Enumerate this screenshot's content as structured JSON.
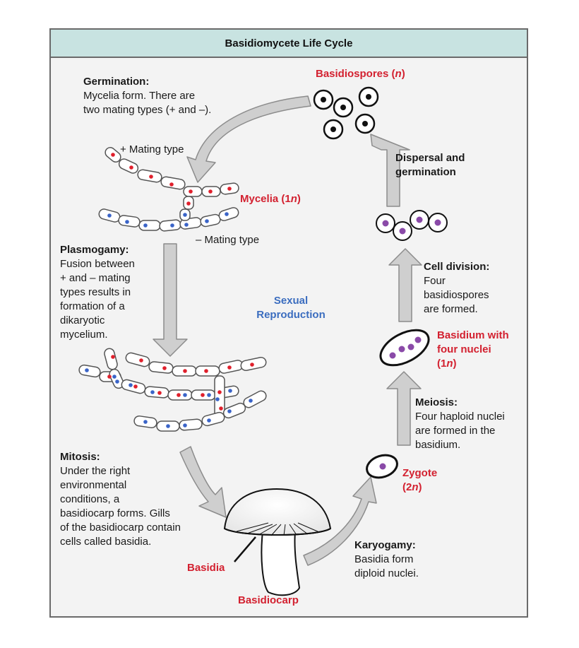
{
  "title": "Basidiomycete Life Cycle",
  "center_label": {
    "line1": "Sexual",
    "line2": "Reproduction"
  },
  "stages": {
    "germination": {
      "heading": "Germination:",
      "lines": [
        "Mycelia form. There are",
        "two mating types (+ and –)."
      ]
    },
    "plasmogamy": {
      "heading": "Plasmogamy:",
      "lines": [
        "Fusion between",
        "+ and – mating",
        "types results in",
        "formation of a",
        "dikaryotic",
        "mycelium."
      ]
    },
    "mitosis": {
      "heading": "Mitosis:",
      "lines": [
        "Under the right",
        "environmental",
        "conditions, a",
        "basidiocarp forms. Gills",
        "of the basidiocarp contain",
        "cells called basidia."
      ]
    },
    "karyogamy": {
      "heading": "Karyogamy:",
      "lines": [
        "Basidia form",
        "diploid nuclei."
      ]
    },
    "meiosis": {
      "heading": "Meiosis:",
      "lines": [
        "Four haploid nuclei",
        "are formed in the",
        "basidium."
      ]
    },
    "cell_division": {
      "heading": "Cell division:",
      "lines": [
        "Four",
        "basidiospores",
        "are formed."
      ]
    },
    "dispersal": {
      "heading_lines": [
        "Dispersal and",
        "germination"
      ]
    }
  },
  "structures": {
    "basidiospores": {
      "prefix": "Basidiospores (",
      "italic": "n",
      "suffix": ")"
    },
    "mycelia": {
      "prefix": "Mycelia (1",
      "italic": "n",
      "suffix": ")"
    },
    "basidium": {
      "line1": "Basidium with",
      "line2": "four nuclei",
      "line3_prefix": "(1",
      "line3_italic": "n",
      "line3_suffix": ")"
    },
    "zygote": {
      "line1": "Zygote",
      "line2_prefix": "(2",
      "line2_italic": "n",
      "line2_suffix": ")"
    },
    "basidia": "Basidia",
    "basidiocarp": "Basidiocarp"
  },
  "mating_notes": {
    "plus": "+ Mating type",
    "minus": "– Mating type"
  },
  "colors": {
    "plus_nucleus": "#e0202c",
    "minus_nucleus": "#3a64c8",
    "diploid_nucleus": "#8a4aa8",
    "arrow_fill": "#cfcfcf",
    "arrow_stroke": "#8c8c8c",
    "label_red": "#d32130",
    "label_blue": "#3b6dbf",
    "header_bg": "#c8e3e1"
  }
}
